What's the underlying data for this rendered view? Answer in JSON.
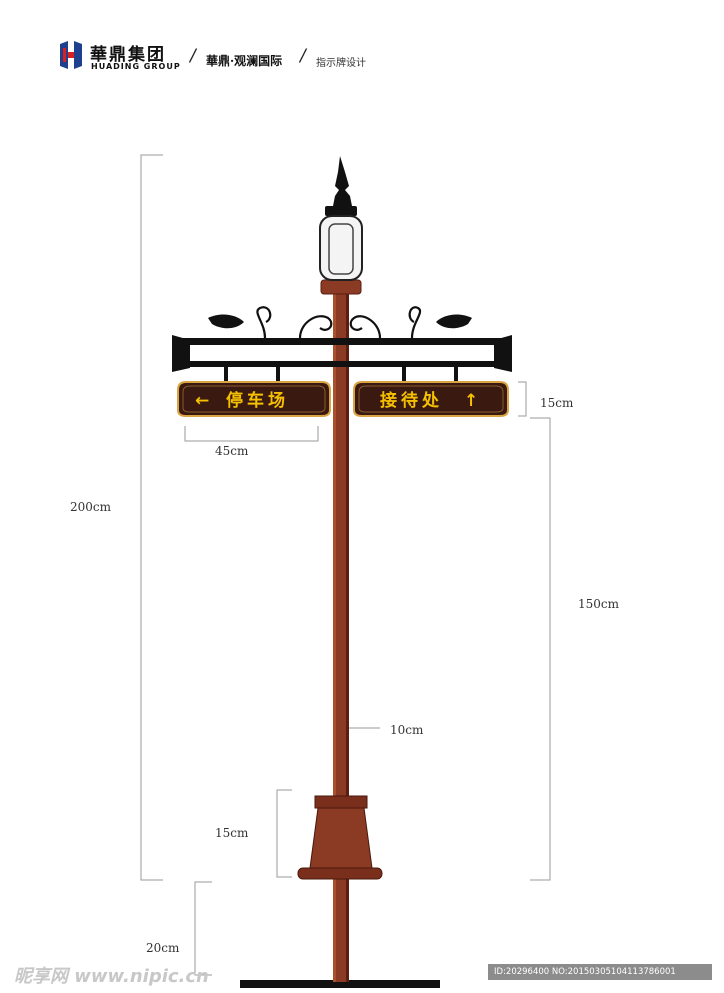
{
  "header": {
    "brand_cn": "華鼎集团",
    "brand_en": "HUADING GROUP",
    "project": "華鼎·观澜国际",
    "doc_type": "指示牌设计",
    "separator": "/"
  },
  "signs": {
    "left": {
      "arrow": "←",
      "text": "停车场"
    },
    "right": {
      "text": "接待处",
      "arrow": "↑"
    }
  },
  "dimensions": {
    "total_height": "200cm",
    "sign_height": "15cm",
    "sign_width": "45cm",
    "sign_elevation": "150cm",
    "pole_diameter": "10cm",
    "base_height": "15cm",
    "foundation_depth": "20cm"
  },
  "colors": {
    "pole": "#8b3a24",
    "pole_dark": "#5a1f10",
    "sign_board": "#3a1a10",
    "sign_border": "#d9a441",
    "sign_text": "#f5c000",
    "ironwork": "#111111"
  },
  "watermark": {
    "left": "昵享网 www.nipic.cn",
    "right": "ID:20296400 NO:20150305104113786001"
  }
}
